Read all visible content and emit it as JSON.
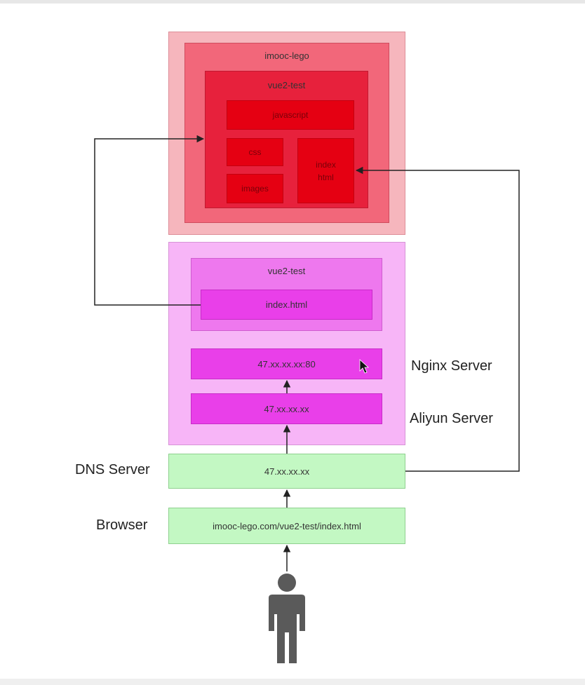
{
  "diagram": {
    "hosting": {
      "root_label": "imooc-lego",
      "folder_label": "vue2-test",
      "javascript_label": "javascript",
      "css_label": "css",
      "images_label": "images",
      "index_label_line1": "index",
      "index_label_line2": "html"
    },
    "server": {
      "folder_label": "vue2-test",
      "index_label": "index.html",
      "nginx_address": "47.xx.xx.xx:80",
      "aliyun_address": "47.xx.xx.xx",
      "nginx_label": "Nginx Server",
      "aliyun_label": "Aliyun Server"
    },
    "dns": {
      "label": "DNS Server",
      "address": "47.xx.xx.xx"
    },
    "browser": {
      "label": "Browser",
      "url": "imooc-lego.com/vue2-test/index.html"
    },
    "user": {
      "icon": "person-icon"
    },
    "colors": {
      "red_outer": "#f6b6bd",
      "red_mid": "#f2677a",
      "red_inner": "#e7213c",
      "red_leaf": "#e50012",
      "magenta_outer": "#f7b5f7",
      "magenta_mid": "#ee78ee",
      "magenta_leaf": "#e93fe9",
      "green": "#c3f8c3",
      "person": "#5a5a5a"
    }
  }
}
